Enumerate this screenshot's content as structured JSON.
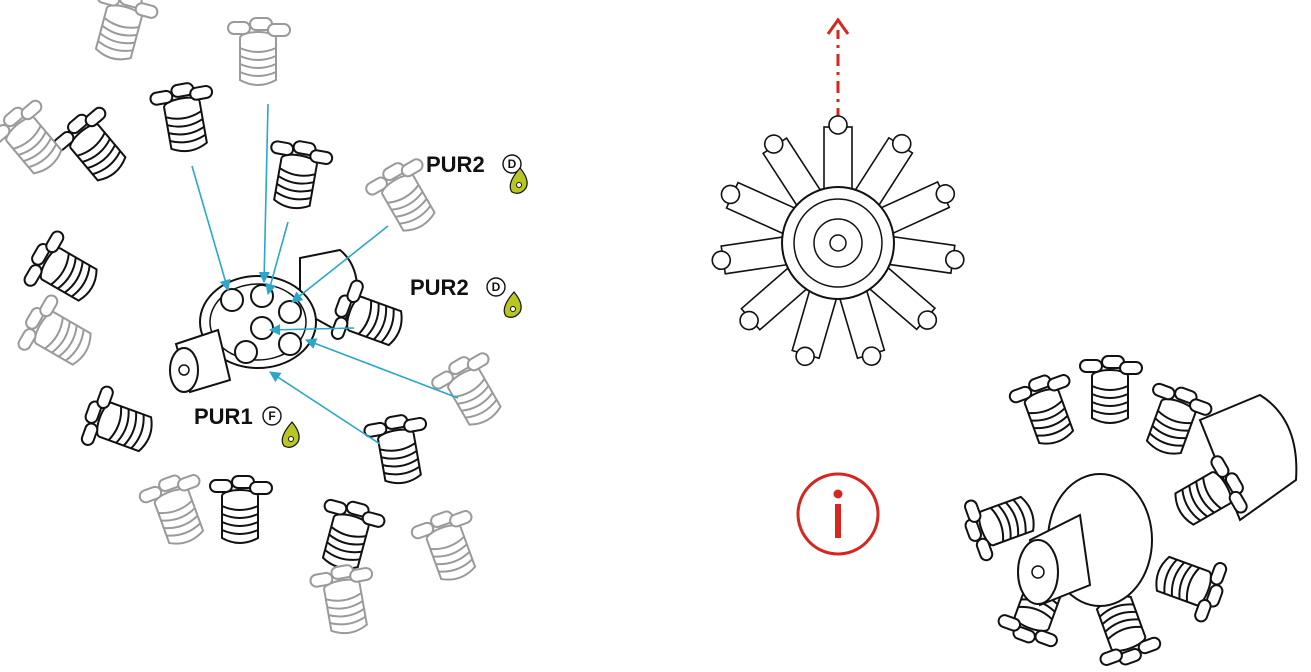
{
  "labels": {
    "pur2_top": {
      "text": "PUR2",
      "badge": "D"
    },
    "pur2_mid": {
      "text": "PUR2",
      "badge": "D"
    },
    "pur1": {
      "text": "PUR1",
      "badge": "F"
    }
  },
  "colors": {
    "leader": "#2aa7c9",
    "drop": "#b9c621",
    "info": "#d6261f",
    "arrow": "#d6261f",
    "ink": "#111111"
  },
  "icons": [
    "info-icon",
    "up-arrow-icon",
    "glue-drop-icon"
  ]
}
